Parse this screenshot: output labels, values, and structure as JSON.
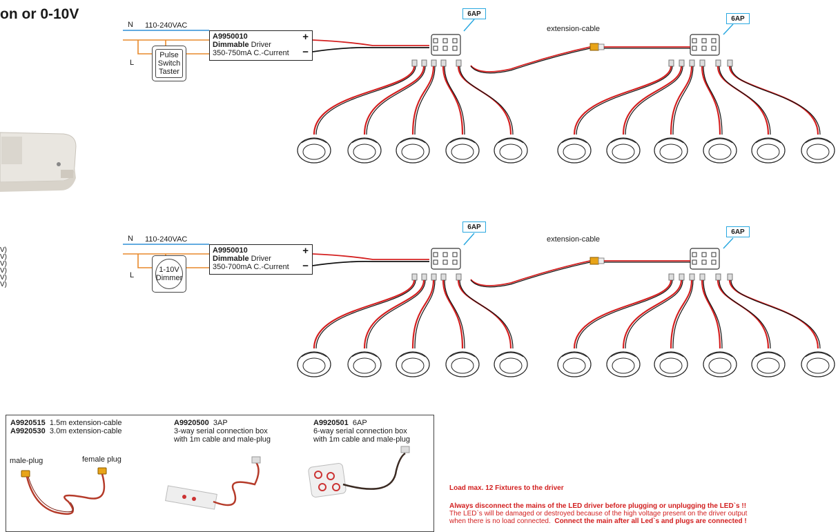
{
  "title": "on or 0-10V",
  "voltage_list": [
    "V)",
    "V)",
    "V)",
    "V)",
    "V)",
    "V)"
  ],
  "diagram1": {
    "n_label": "N",
    "l_label": "L",
    "vac": "110-240VAC",
    "driver_code": "A9950010",
    "driver_dim_bold": "Dimmable",
    "driver_dim_rest": " Driver",
    "driver_current": "350-750mA C.-Current",
    "plus": "+",
    "minus": "−",
    "control_lines": [
      "Pulse",
      "Switch",
      "Taster"
    ],
    "box_tag_left": "6AP",
    "box_tag_right": "6AP",
    "ext_label": "extension-cable"
  },
  "diagram2": {
    "n_label": "N",
    "l_label": "L",
    "vac": "110-240VAC",
    "driver_code": "A9950010",
    "driver_dim_bold": "Dimmable",
    "driver_dim_rest": " Driver",
    "driver_current": "350-700mA C.-Current",
    "plus": "+",
    "minus": "−",
    "control_lines": [
      "1-10V",
      "Dimmer"
    ],
    "box_tag_left": "6AP",
    "box_tag_right": "6AP",
    "ext_label": "extension-cable"
  },
  "products": {
    "ext_code1": "A9920515",
    "ext_desc1": "1.5m extension-cable",
    "ext_code2": "A9920530",
    "ext_desc2": "3.0m extension-cable",
    "male_plug": "male-plug",
    "female_plug": "female plug",
    "ap3_code": "A9920500",
    "ap3_name": "3AP",
    "ap3_line1": "3-way serial connection box",
    "ap3_line2": "with 1m cable and male-plug",
    "ap6_code": "A9920501",
    "ap6_name": "6AP",
    "ap6_line1": "6-way serial connection box",
    "ap6_line2": "with 1m cable and male-plug"
  },
  "warning": {
    "load": "Load max. 12 Fixtures to the driver",
    "always": "Always disconnect the mains of the LED driver before plugging or unplugging the LED`s !!",
    "line2": "The LED`s will be damaged or destroyed because of the high voltage present on the driver output",
    "line3a": "when there is no load connected.",
    "line3b": "Connect the main after all Led`s and plugs are connected !"
  },
  "colors": {
    "live_wire": "#e8892a",
    "neutral_wire": "#2f8fd6",
    "cable_red": "#d42020",
    "cable_black": "#111111",
    "tag_border": "#29a8e0",
    "warning": "#d21f1f"
  },
  "icons": [
    "led-downlight-icon",
    "connection-box-icon",
    "plug-icon",
    "driver-module-icon"
  ]
}
